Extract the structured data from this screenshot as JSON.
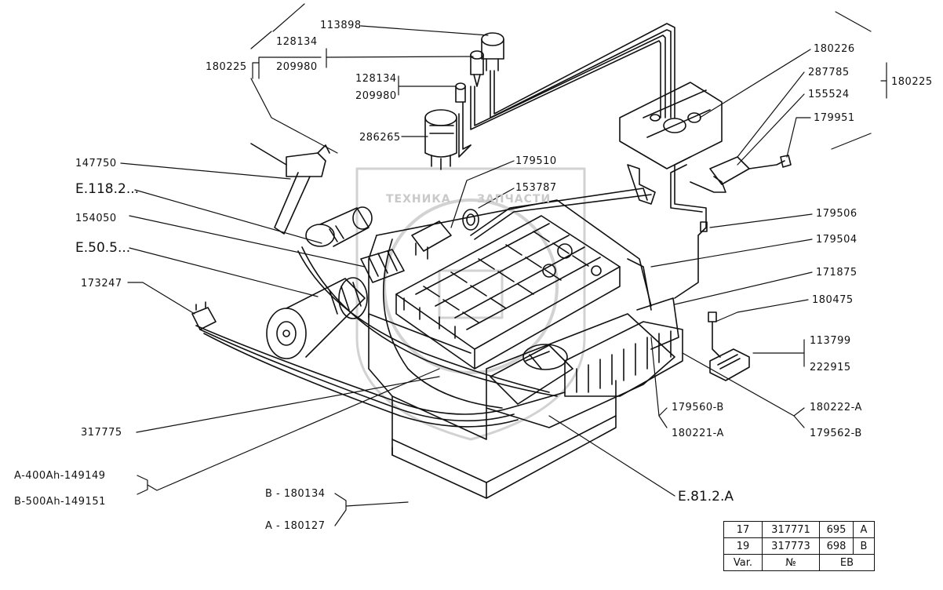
{
  "watermark": {
    "brand_left": "ТЕХНИКА",
    "brand_right": "ЗАПЧАСТИ"
  },
  "labels": {
    "l113898": "113898",
    "l128134_a": "128134",
    "l209980_a": "209980",
    "l180225_left": "180225",
    "l128134_b": "128134",
    "l209980_b": "209980",
    "l286265": "286265",
    "l147750": "147750",
    "lE1182": "E.118.2...",
    "l154050": "154050",
    "lE505": "E.50.5...",
    "l173247": "173247",
    "l179510": "179510",
    "l153787": "153787",
    "l180226": "180226",
    "l287785": "287785",
    "l155524": "155524",
    "l180225_right": "180225",
    "l179951": "179951",
    "l179506": "179506",
    "l179504": "179504",
    "l171875": "171875",
    "l180475": "180475",
    "l113799": "113799",
    "l222915": "222915",
    "l179560B": "179560-B",
    "l180221A": "180221-A",
    "l180222A": "180222-A",
    "l179562B": "179562-B",
    "l317775": "317775",
    "l400Ah": "A-400Ah-149149",
    "l500Ah": "B-500Ah-149151",
    "lB180134": "B - 180134",
    "lA180127": "A - 180127",
    "lE812A": "E.81.2.A"
  },
  "variant_table": {
    "rows": [
      [
        "17",
        "317771",
        "695",
        "A"
      ],
      [
        "19",
        "317773",
        "698",
        "B"
      ]
    ],
    "footer": [
      "Var.",
      "№",
      "EB"
    ]
  }
}
